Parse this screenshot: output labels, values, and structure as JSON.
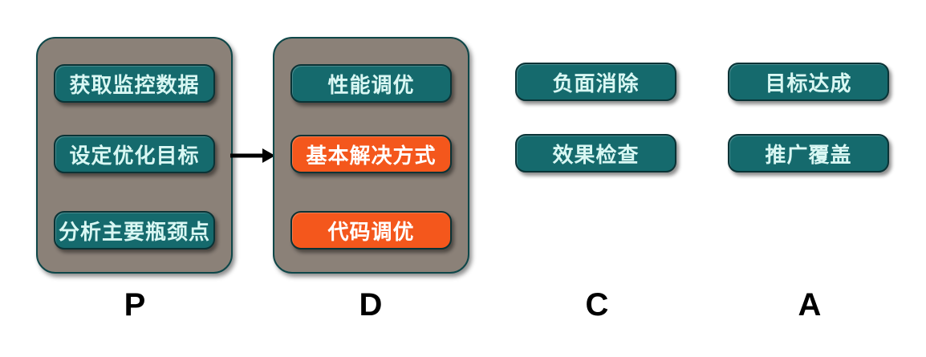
{
  "diagram": {
    "type": "pdca-flow-diagram",
    "colors": {
      "background": "#ffffff",
      "teal_button_bg": "#156a6d",
      "teal_button_text": "#d9f7f3",
      "orange_button_bg": "#f4571c",
      "orange_button_text": "#ffffff",
      "container_bg": "#8b8178",
      "dark_border": "#0a3336",
      "label_text": "#000000",
      "arrow_color": "#000000"
    },
    "columns": [
      {
        "letter": "P",
        "grouped": true,
        "items": [
          {
            "label": "获取监控数据",
            "style": "teal"
          },
          {
            "label": "设定优化目标",
            "style": "teal"
          },
          {
            "label": "分析主要瓶颈点",
            "style": "teal"
          }
        ]
      },
      {
        "letter": "D",
        "grouped": true,
        "items": [
          {
            "label": "性能调优",
            "style": "teal"
          },
          {
            "label": "基本解决方式",
            "style": "orange"
          },
          {
            "label": "代码调优",
            "style": "orange"
          }
        ]
      },
      {
        "letter": "C",
        "grouped": false,
        "items": [
          {
            "label": "负面消除",
            "style": "teal"
          },
          {
            "label": "效果检查",
            "style": "teal"
          }
        ]
      },
      {
        "letter": "A",
        "grouped": false,
        "items": [
          {
            "label": "目标达成",
            "style": "teal"
          },
          {
            "label": "推广覆盖",
            "style": "teal"
          }
        ]
      }
    ],
    "arrow": {
      "from": "P",
      "to": "D",
      "direction": "right"
    }
  }
}
